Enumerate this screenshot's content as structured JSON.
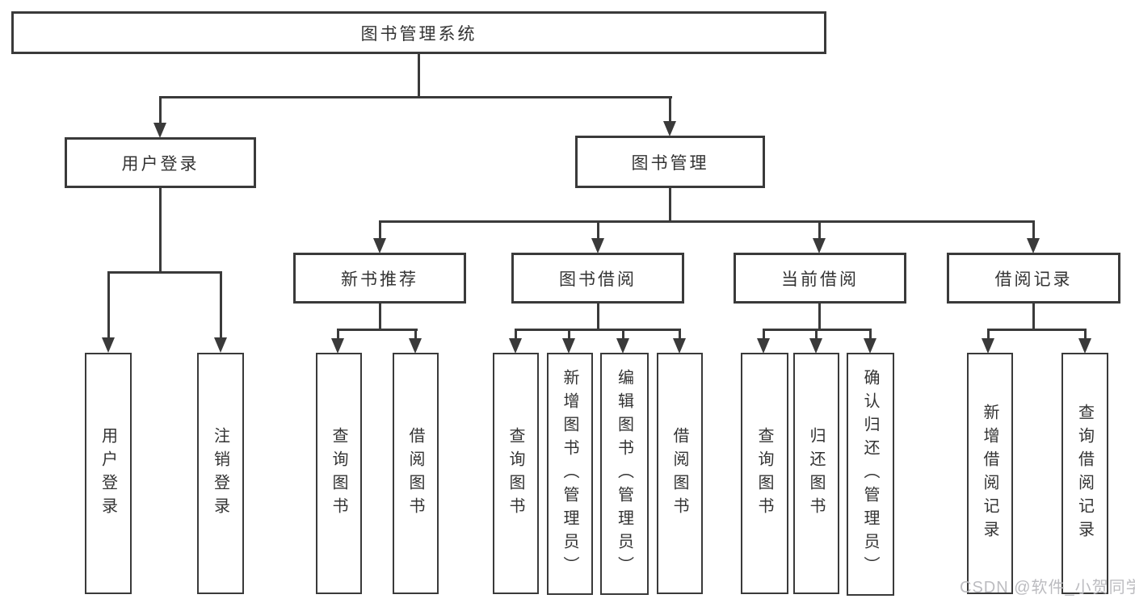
{
  "diagram": {
    "root": {
      "id": "library-system",
      "label": "图书管理系统",
      "children": [
        {
          "id": "login",
          "label": "用户登录",
          "children": [
            {
              "id": "user-login",
              "label": "用户登录"
            },
            {
              "id": "logout",
              "label": "注销登录"
            }
          ]
        },
        {
          "id": "book-management",
          "label": "图书管理",
          "children": [
            {
              "id": "new-book-recommend",
              "label": "新书推荐",
              "children": [
                {
                  "id": "nb-query-book",
                  "label": "查询图书"
                },
                {
                  "id": "nb-borrow-book",
                  "label": "借阅图书"
                }
              ]
            },
            {
              "id": "book-borrow",
              "label": "图书借阅",
              "children": [
                {
                  "id": "bb-query-book",
                  "label": "查询图书"
                },
                {
                  "id": "bb-add-book",
                  "label": "新增图书（管理员）"
                },
                {
                  "id": "bb-edit-book",
                  "label": "编辑图书（管理员）"
                },
                {
                  "id": "bb-borrow-book",
                  "label": "借阅图书"
                }
              ]
            },
            {
              "id": "current-borrow",
              "label": "当前借阅",
              "children": [
                {
                  "id": "cb-query-book",
                  "label": "查询图书"
                },
                {
                  "id": "cb-return-book",
                  "label": "归还图书"
                },
                {
                  "id": "cb-confirm-return",
                  "label": "确认归还（管理员）"
                }
              ]
            },
            {
              "id": "borrow-records",
              "label": "借阅记录",
              "children": [
                {
                  "id": "br-add-record",
                  "label": "新增借阅记录"
                },
                {
                  "id": "br-query-record",
                  "label": "查询借阅记录"
                }
              ]
            }
          ]
        }
      ]
    },
    "watermark": "CSDN @软件_小贺同学"
  },
  "colors": {
    "line": "#3a3a3a",
    "text": "#333333",
    "watermark": "#bcbcc0",
    "background": "#ffffff"
  }
}
